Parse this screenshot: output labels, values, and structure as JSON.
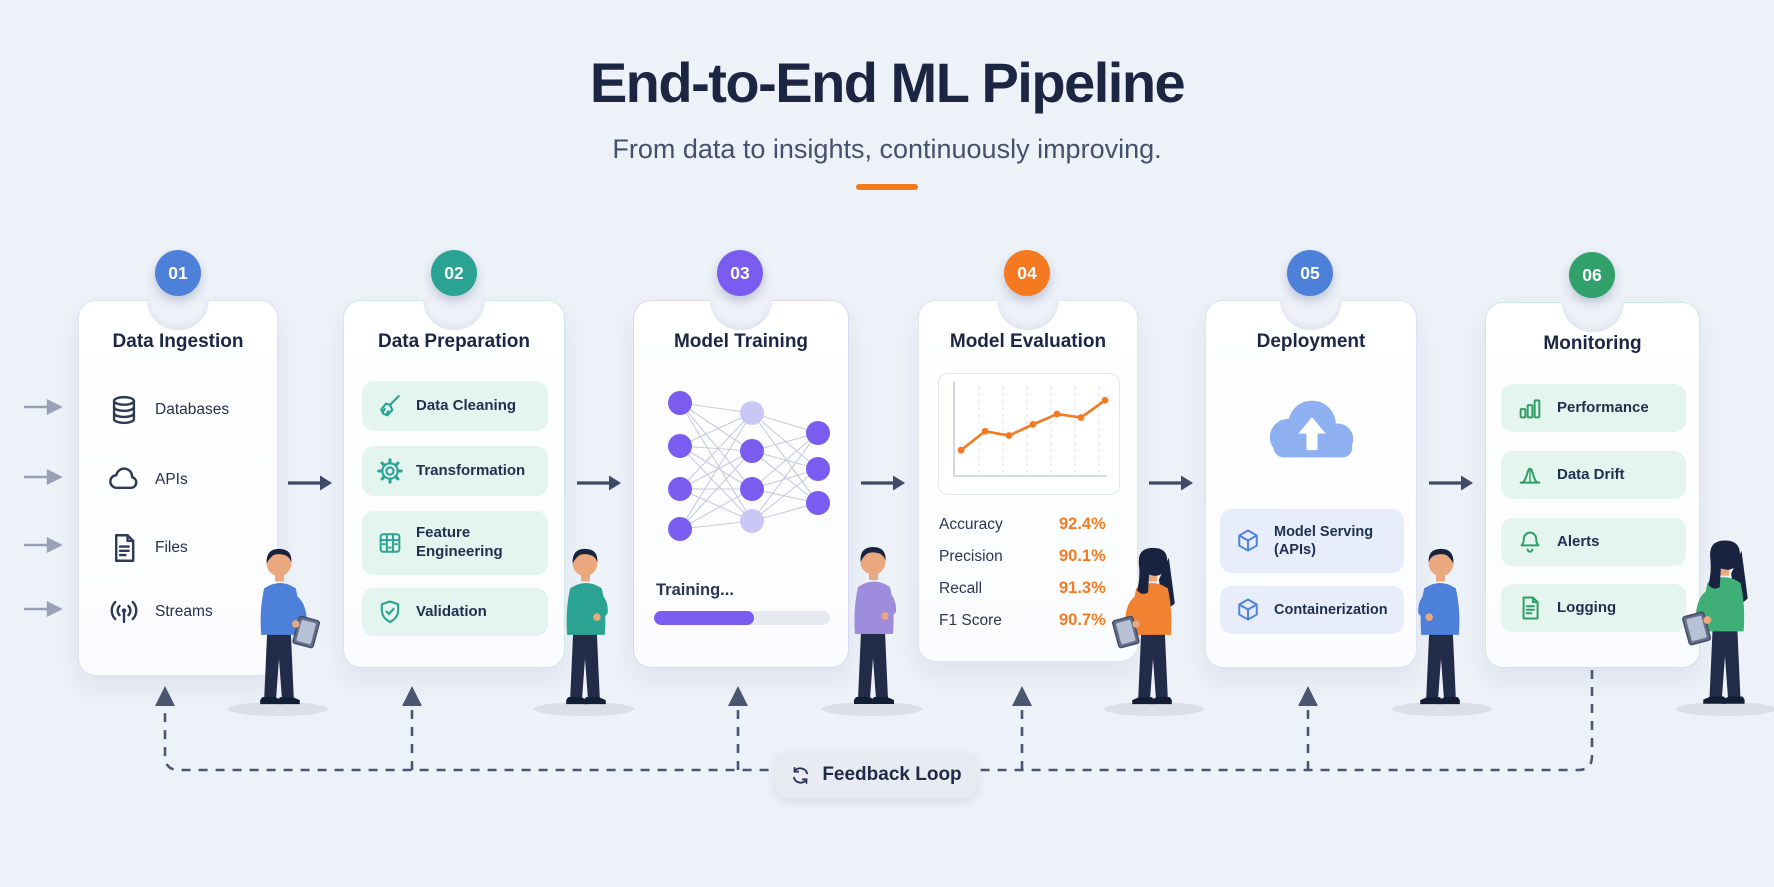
{
  "header": {
    "title": "End-to-End ML Pipeline",
    "subtitle": "From data to insights, continuously improving."
  },
  "stages": [
    {
      "number": "01",
      "title": "Data Ingestion",
      "accent": "#4d80d8",
      "items": [
        {
          "icon": "database-icon",
          "label": "Databases"
        },
        {
          "icon": "cloud-icon",
          "label": "APIs"
        },
        {
          "icon": "file-icon",
          "label": "Files"
        },
        {
          "icon": "stream-icon",
          "label": "Streams"
        }
      ]
    },
    {
      "number": "02",
      "title": "Data Preparation",
      "accent": "#2aa392",
      "items": [
        {
          "icon": "broom-icon",
          "label": "Data Cleaning"
        },
        {
          "icon": "gear-icon",
          "label": "Transformation"
        },
        {
          "icon": "feature-grid-icon",
          "label": "Feature Engineering"
        },
        {
          "icon": "shield-check-icon",
          "label": "Validation"
        }
      ]
    },
    {
      "number": "03",
      "title": "Model Training",
      "accent": "#7a5cf0",
      "status_label": "Training...",
      "progress_percent": 57
    },
    {
      "number": "04",
      "title": "Model Evaluation",
      "accent": "#f5791f",
      "metrics": [
        {
          "label": "Accuracy",
          "value": "92.4%"
        },
        {
          "label": "Precision",
          "value": "90.1%"
        },
        {
          "label": "Recall",
          "value": "91.3%"
        },
        {
          "label": "F1 Score",
          "value": "90.7%"
        }
      ]
    },
    {
      "number": "05",
      "title": "Deployment",
      "accent": "#4d80d8",
      "items": [
        {
          "icon": "cube-icon",
          "label": "Model Serving (APIs)"
        },
        {
          "icon": "cube-icon",
          "label": "Containerization"
        }
      ]
    },
    {
      "number": "06",
      "title": "Monitoring",
      "accent": "#31a06b",
      "items": [
        {
          "icon": "bar-chart-icon",
          "label": "Performance"
        },
        {
          "icon": "bell-curve-icon",
          "label": "Data Drift"
        },
        {
          "icon": "bell-icon",
          "label": "Alerts"
        },
        {
          "icon": "log-file-icon",
          "label": "Logging"
        }
      ]
    }
  ],
  "feedback": {
    "label": "Feedback Loop",
    "icon": "refresh-icon"
  },
  "colors": {
    "background": "#edf1f8",
    "title_text": "#1c2541",
    "subtitle_text": "#44516d",
    "accent_orange": "#f5791f",
    "stage_accents": [
      "#4d80d8",
      "#2aa392",
      "#7a5cf0",
      "#f5791f",
      "#4d80d8",
      "#31a06b"
    ],
    "mint_pill": "#e4f4ee",
    "blue_pill": "#e7edfa",
    "arrow_dark": "#3e4a66",
    "dashed_loop": "#4b5670"
  },
  "chart_data": {
    "type": "line",
    "title": "Model Evaluation mini trend",
    "x": [
      1,
      2,
      3,
      4,
      5,
      6,
      7
    ],
    "values": [
      30,
      52,
      47,
      60,
      72,
      68,
      88
    ],
    "xlabel": "",
    "ylabel": "",
    "grid": "vertical-dashed",
    "legend": "none",
    "line_color": "#f5791f"
  }
}
